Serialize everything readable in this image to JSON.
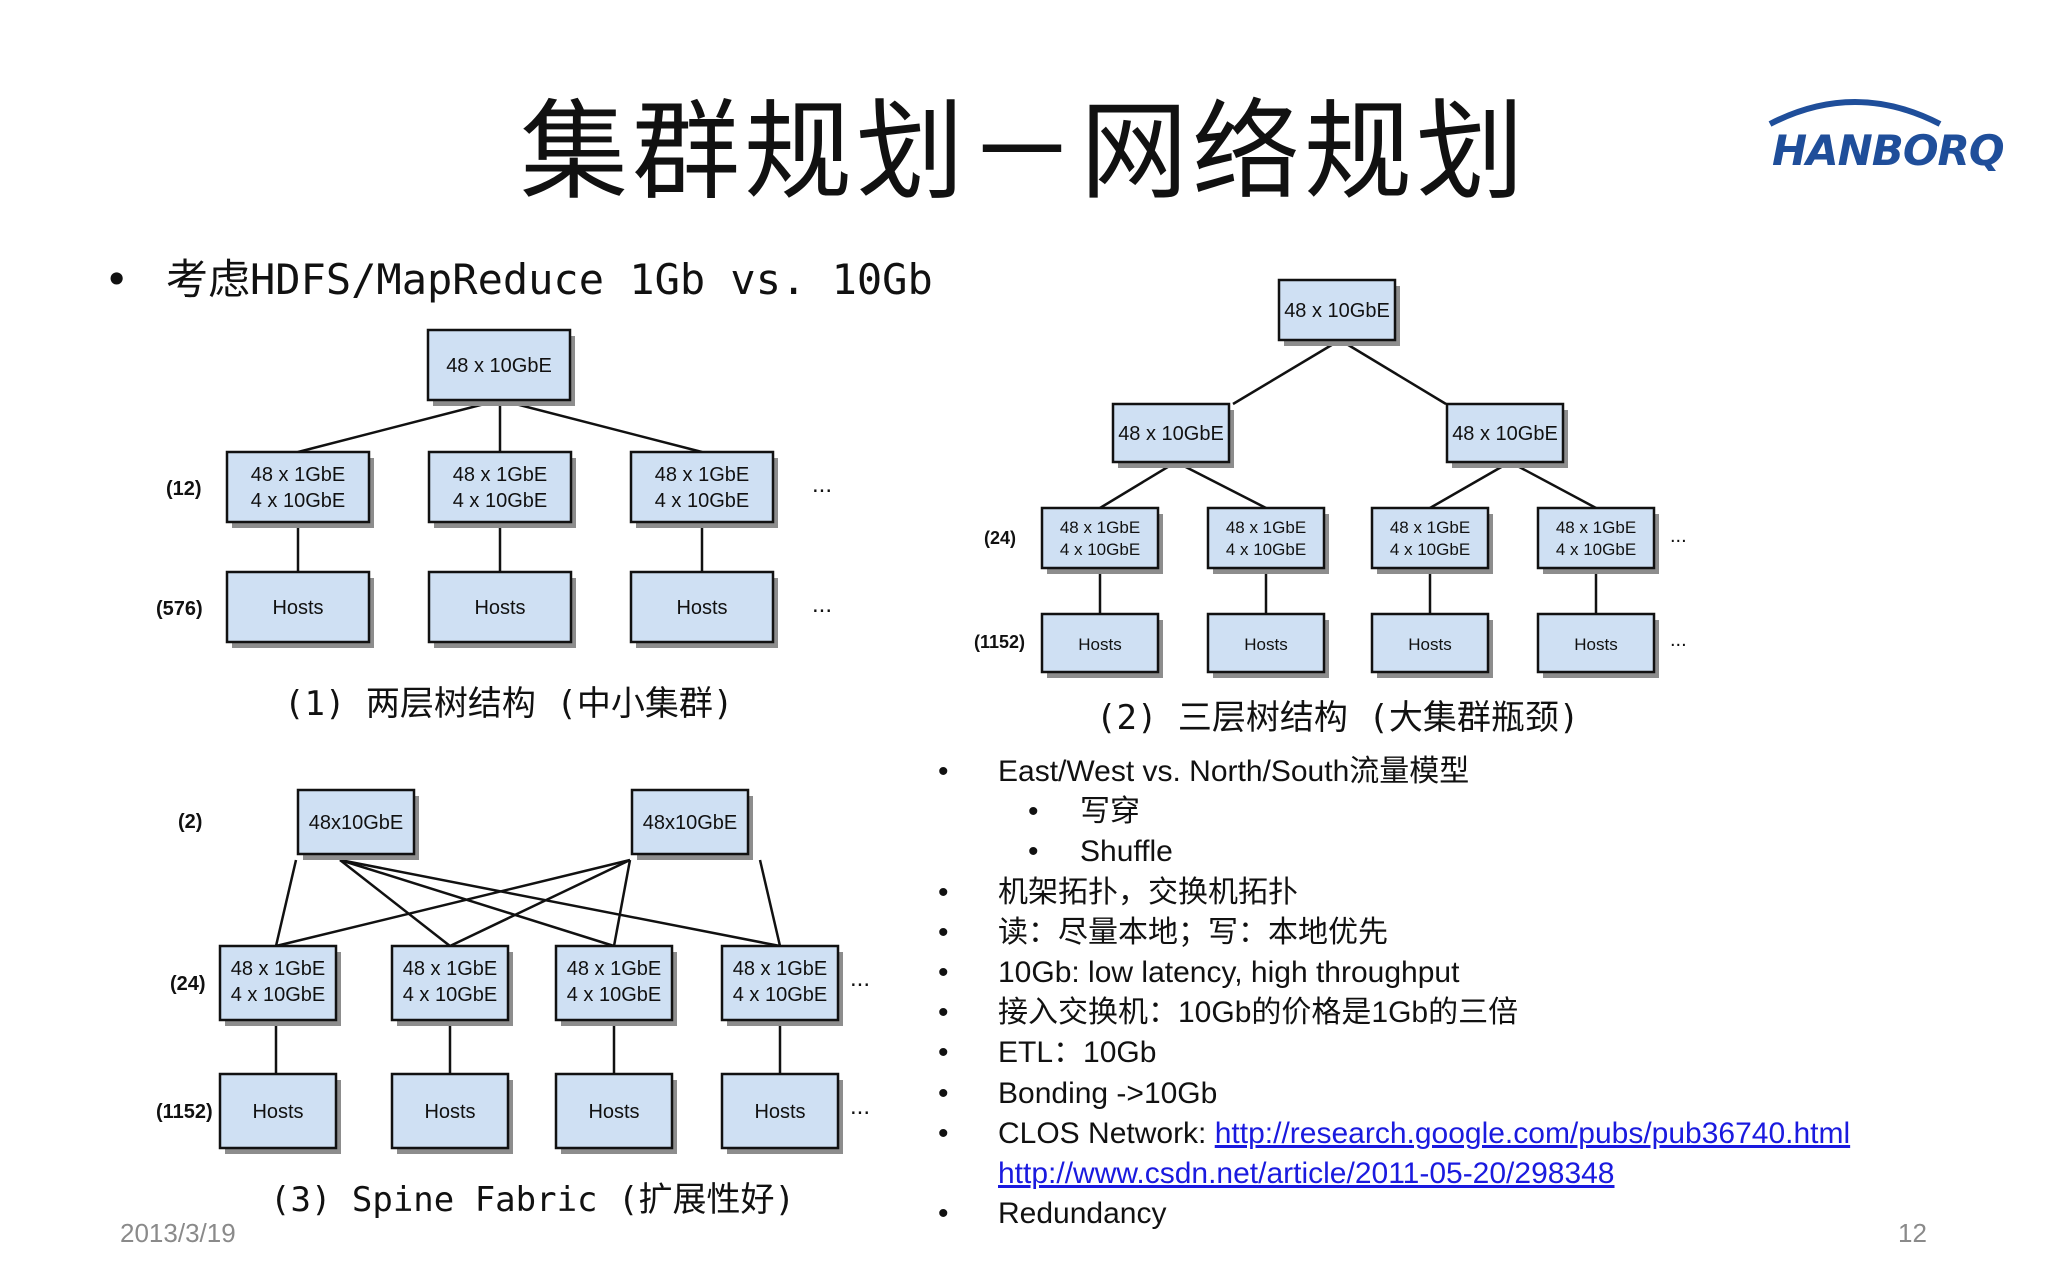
{
  "title": "集群规划－网络规划",
  "logo": {
    "text": "HANBORQ",
    "color": "#1f4e9a"
  },
  "main_bullet": "考虑HDFS/MapReduce 1Gb vs. 10Gb",
  "diagram1": {
    "caption": "(1) 两层树结构 (中小集群)",
    "core": "48 x 10GbE",
    "switch_lines": [
      "48 x 1GbE",
      "4 x 10GbE"
    ],
    "hosts": "Hosts",
    "row_labels": [
      "(12)",
      "(576)"
    ],
    "ellipsis": "..."
  },
  "diagram2": {
    "caption": "(2) 三层树结构 (大集群瓶颈)",
    "core": "48 x 10GbE",
    "agg": "48 x 10GbE",
    "switch_lines": [
      "48 x 1GbE",
      "4 x 10GbE"
    ],
    "hosts": "Hosts",
    "row_labels": [
      "(24)",
      "(1152)"
    ],
    "ellipsis": "..."
  },
  "diagram3": {
    "caption": "(3) Spine Fabric (扩展性好)",
    "spine": "48x10GbE",
    "switch_lines": [
      "48 x 1GbE",
      "4 x 10GbE"
    ],
    "hosts": "Hosts",
    "row_labels": [
      "(2)",
      "(24)",
      "(1152)"
    ],
    "ellipsis": "..."
  },
  "bullets": {
    "b1": "East/West vs. North/South流量模型",
    "b1a": "写穿",
    "b1b": "Shuffle",
    "b2": "机架拓扑，交换机拓扑",
    "b3": "读：尽量本地；写：本地优先",
    "b4": "10Gb: low latency, high throughput",
    "b5": "接入交换机：10Gb的价格是1Gb的三倍",
    "b6": "ETL：10Gb",
    "b7": "Bonding ->10Gb",
    "b8_prefix": "CLOS Network: ",
    "b8_link1": "http://research.google.com/pubs/pub36740.html",
    "b8_link2": "http://www.csdn.net/article/2011-05-20/298348",
    "b9": "Redundancy",
    "bullet_char": "•"
  },
  "footer": {
    "date": "2013/3/19",
    "page": "12"
  }
}
